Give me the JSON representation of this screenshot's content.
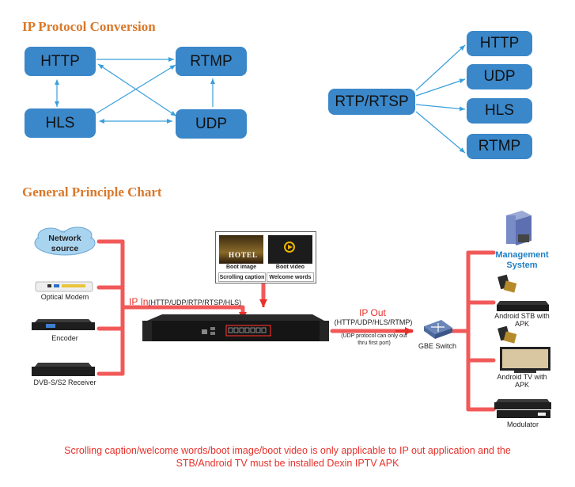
{
  "section1": {
    "title": "IP Protocol Conversion",
    "left_diagram": {
      "nodes": [
        "HTTP",
        "RTMP",
        "HLS",
        "UDP"
      ],
      "edges": [
        {
          "from": "HTTP",
          "to": "RTMP",
          "type": "one-way"
        },
        {
          "from": "HTTP",
          "to": "HLS",
          "type": "two-way"
        },
        {
          "from": "HLS",
          "to": "UDP",
          "type": "two-way"
        },
        {
          "from": "HLS",
          "to": "RTMP",
          "type": "one-way"
        },
        {
          "from": "UDP",
          "to": "HTTP",
          "type": "two-way"
        },
        {
          "from": "UDP",
          "to": "RTMP",
          "type": "one-way"
        }
      ]
    },
    "right_diagram": {
      "source": "RTP/RTSP",
      "targets": [
        "HTTP",
        "UDP",
        "HLS",
        "RTMP"
      ]
    }
  },
  "section2": {
    "title": "General Principle Chart",
    "inputs": [
      "Network source",
      "Optical Modem",
      "Encoder",
      "DVB-S/S2 Receiver"
    ],
    "ip_in": {
      "label": "IP In",
      "protocols": "(HTTP/UDP/RTP/RTSP/HLS)"
    },
    "media": {
      "boot_image": "Boot image",
      "boot_video": "Boot video",
      "scrolling_caption": "Scrolling caption",
      "welcome_words": "Welcome words",
      "hotel_text": "HOTEL"
    },
    "ip_out": {
      "label": "IP Out",
      "protocols": "(HTTP/UDP/HLS/RTMP)",
      "note_line1": "(UDP protocol can only out",
      "note_line2": "thru first port)"
    },
    "switch_label": "GBE Switch",
    "outputs": {
      "management_line1": "Management",
      "management_line2": "System",
      "stb_line1": "Android STB with",
      "stb_line2": "APK",
      "tv_line1": "Android TV with",
      "tv_line2": "APK",
      "modulator": "Modulator"
    },
    "footnote_line1": "Scrolling caption/welcome words/boot image/boot video is only applicable to IP out application and the",
    "footnote_line2": "STB/Android TV must be installed Dexin IPTV APK"
  },
  "colors": {
    "heading": "#d9782a",
    "protocol_box": "#3a87c9",
    "arrow_blue": "#3aa0dc",
    "line_red": "#f04848",
    "note_red": "#e8302a",
    "management": "#1f7fc4"
  }
}
